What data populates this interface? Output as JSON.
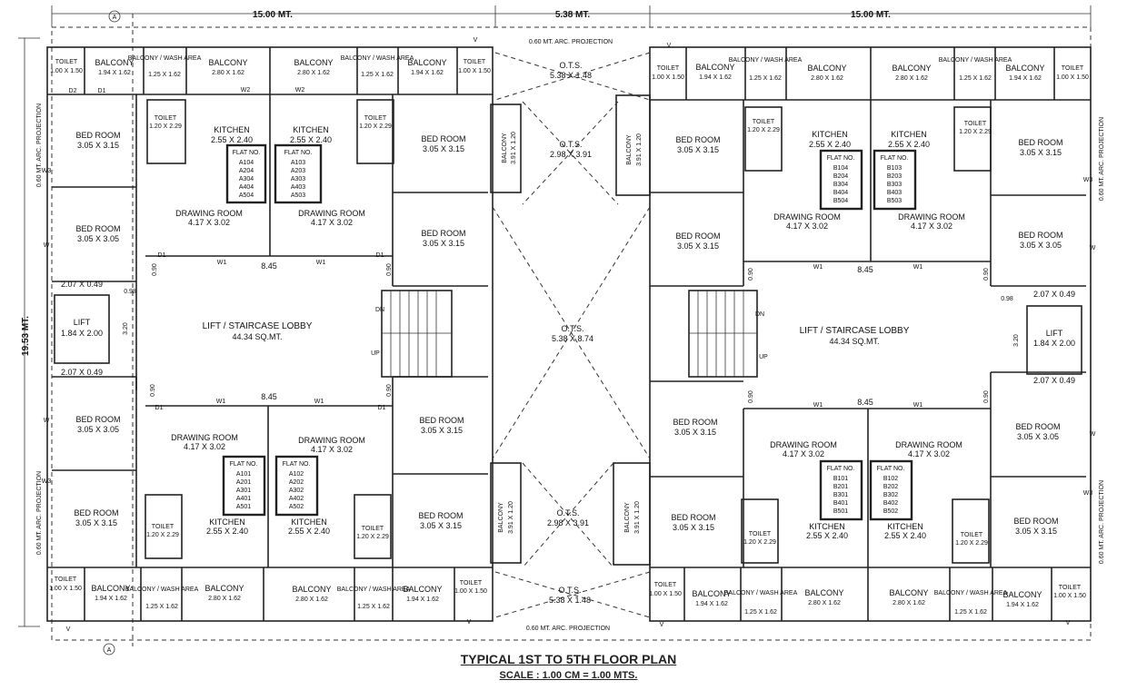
{
  "title": {
    "main": "TYPICAL 1ST TO 5TH FLOOR PLAN",
    "scale": "SCALE : 1.00 CM = 1.00 MTS."
  },
  "dimensions": {
    "left_width": "15.00 MT.",
    "center_width": "5.38 MT.",
    "right_width": "15.00 MT.",
    "height": "19.53 MT.",
    "projection": "0.60 MT. ARC. PROJECTION",
    "grid_a": "A"
  },
  "core": {
    "lobby": "LIFT / STAIRCASE LOBBY",
    "lobby_area": "44.34 SQ.MT.",
    "lift": "LIFT",
    "lift_size": "1.84 X 2.00",
    "shaft_size": "2.07 X 0.49",
    "lobby_width": "8.45",
    "dn": "DN",
    "up": "UP"
  },
  "ots": [
    {
      "label": "O.T.S.",
      "size": "5.38 X 1.48"
    },
    {
      "label": "O.T.S.",
      "size": "2.98 X 3.91"
    },
    {
      "label": "O.T.S.",
      "size": "5.38 X 8.74"
    }
  ],
  "rooms": {
    "bed_a": "BED ROOM",
    "bed_a_size": "3.05 X 3.15",
    "bed_b_size": "3.05 X 3.05",
    "kitchen": "KITCHEN",
    "kitchen_size": "2.55 X 2.40",
    "drawing": "DRAWING ROOM",
    "drawing_size": "4.17 X 3.02",
    "toilet": "TOILET",
    "toilet_s_size": "1.20 X 2.29",
    "toilet_o_size": "1.00 X 1.50",
    "balcony": "BALCONY",
    "balcony_s": "1.94 X 1.62",
    "balcony_m": "2.80 X 1.62",
    "balcony_side": "3.91 X 1.20",
    "wash": "BALCONY / WASH AREA",
    "wash_size": "1.25 X 1.62"
  },
  "flats": {
    "heading": "FLAT NO.",
    "a_tl": "A104 A204 A304 A404 A504",
    "a_tr": "A103 A203 A303 A403 A503",
    "a_bl": "A101 A201 A301 A401 A501",
    "a_br": "A102 A202 A302 A402 A502",
    "b_tl": "B104 B204 B304 B404 B504",
    "b_tr": "B103 B203 B303 B403 B503",
    "b_bl": "B101 B201 B301 B401 B501",
    "b_br": "B102 B202 B302 B402 B502"
  },
  "marks": {
    "d1": "D1",
    "d2": "D2",
    "w": "W",
    "w1": "W1",
    "w2": "W2",
    "w3": "W3",
    "v": "V",
    "d090": "0.90",
    "d320": "3.20",
    "d098": "0.98"
  }
}
